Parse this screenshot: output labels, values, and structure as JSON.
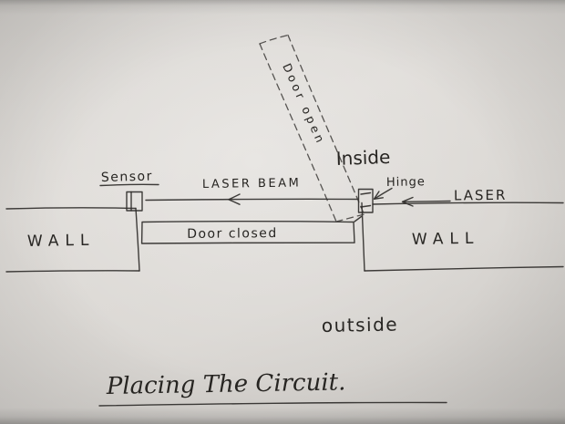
{
  "title": {
    "text": "Placing The Circuit."
  },
  "walls": {
    "left_label": "WALL",
    "right_label": "WALL"
  },
  "door": {
    "closed_label": "Door closed",
    "open_label": "Door open"
  },
  "laser": {
    "beam_label": "LASER BEAM",
    "source_label": "LASER"
  },
  "components": {
    "sensor_label": "Sensor",
    "hinge_label": "Hinge"
  },
  "regions": {
    "inside_label": "Inside",
    "outside_label": "outside"
  },
  "colors": {
    "paper": "#dad7d3",
    "ink": "#2f2d2a"
  }
}
